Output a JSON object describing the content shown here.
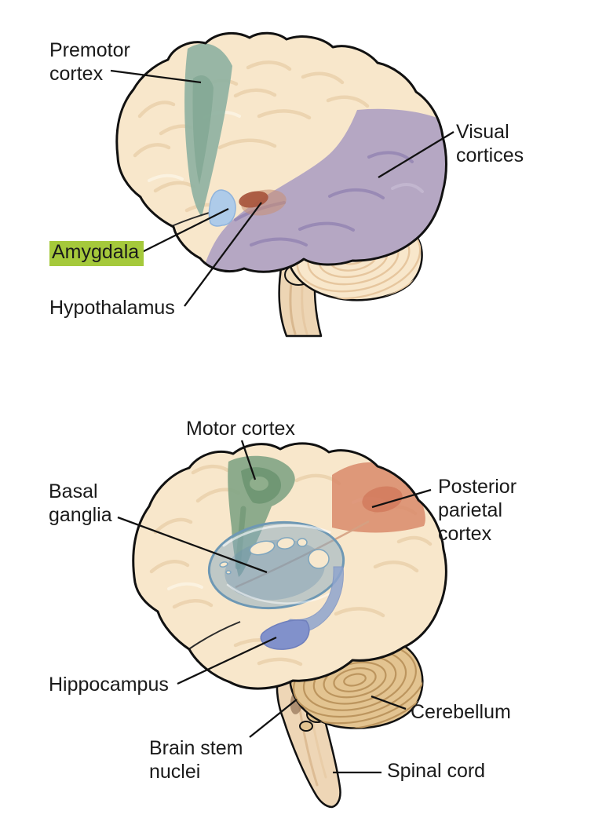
{
  "background": "#ffffff",
  "text_color": "#1a1a1a",
  "outline_color": "#111111",
  "top_figure": {
    "labels": {
      "premotor": "Premotor\ncortex",
      "visual": "Visual\ncortices",
      "amygdala": "Amygdala",
      "hypothalamus": "Hypothalamus"
    },
    "amygdala_highlight_color": "#A5C93B"
  },
  "bottom_figure": {
    "labels": {
      "motor": "Motor cortex",
      "basal_ganglia": "Basal\nganglia",
      "posterior_parietal": "Posterior\nparietal\ncortex",
      "hippocampus": "Hippocampus",
      "cerebellum": "Cerebellum",
      "brain_stem_nuclei": "Brain stem\nnuclei",
      "spinal_cord": "Spinal cord"
    }
  },
  "colors": {
    "brain_fill": "#F8E7CB",
    "premotor_cortex": "#92B3A2",
    "visual_cortices": "#B1A3C2",
    "amygdala_body": "#AECBE9",
    "hypothalamus_body": "#A9573F",
    "motor_cortex": "#87A888",
    "posterior_parietal": "#D98A6B",
    "basal_ganglia": "#86AAC2",
    "hippocampus_body": "#8191CB",
    "cerebellum_bottom": "#E3C491",
    "spinal_cord": "#EED6B6"
  }
}
